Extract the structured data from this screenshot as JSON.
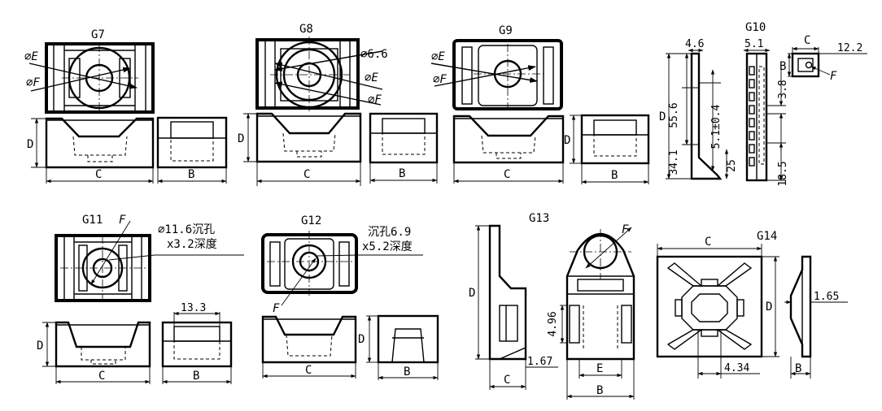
{
  "models": {
    "g7": "G7",
    "g8": "G8",
    "g9": "G9",
    "g10": "G10",
    "g11": "G11",
    "g12": "G12",
    "g13": "G13",
    "g14": "G14"
  },
  "dims": {
    "phi_e": "⌀E",
    "phi_f": "⌀F",
    "phi_6_6": "⌀6.6",
    "c": "C",
    "b": "B",
    "d": "D",
    "e": "E",
    "f": "F",
    "g10_4_6": "4.6",
    "g10_5_1": "5.1",
    "g10_12_2": "12.2",
    "g10_55_6": "55.6",
    "g10_34_1": "34.1",
    "g10_5_1_tol": "5.1±0.4",
    "g10_25": "25",
    "g10_3_8": "3.8",
    "g10_18_5": "18.5",
    "g11_hole": "⌀11.6沉孔",
    "g11_depth": "x3.2深度",
    "g11_13_3": "13.3",
    "g12_hole": "沉孔6.9",
    "g12_depth": "x5.2深度",
    "g13_4_96": "4.96",
    "g13_1_67": "1.67",
    "g14_4_34": "4.34",
    "g14_1_65": "1.65"
  }
}
